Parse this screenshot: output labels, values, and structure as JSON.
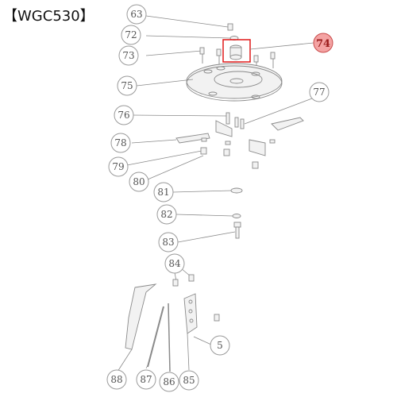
{
  "header": {
    "model": "【WGC530】"
  },
  "colors": {
    "highlight_fill": "#f4a3a3",
    "highlight_box": "#e01818",
    "line": "#8a8a8a"
  },
  "callouts": [
    {
      "id": "c63",
      "label": "63",
      "highlighted": false
    },
    {
      "id": "c72",
      "label": "72",
      "highlighted": false
    },
    {
      "id": "c73",
      "label": "73",
      "highlighted": false
    },
    {
      "id": "c74",
      "label": "74",
      "highlighted": true
    },
    {
      "id": "c75",
      "label": "75",
      "highlighted": false
    },
    {
      "id": "c76",
      "label": "76",
      "highlighted": false
    },
    {
      "id": "c77",
      "label": "77",
      "highlighted": false
    },
    {
      "id": "c78",
      "label": "78",
      "highlighted": false
    },
    {
      "id": "c79",
      "label": "79",
      "highlighted": false
    },
    {
      "id": "c80",
      "label": "80",
      "highlighted": false
    },
    {
      "id": "c81",
      "label": "81",
      "highlighted": false
    },
    {
      "id": "c82",
      "label": "82",
      "highlighted": false
    },
    {
      "id": "c83",
      "label": "83",
      "highlighted": false
    },
    {
      "id": "c84",
      "label": "84",
      "highlighted": false
    },
    {
      "id": "c5",
      "label": "5",
      "highlighted": false
    },
    {
      "id": "c85",
      "label": "85",
      "highlighted": false
    },
    {
      "id": "c86",
      "label": "86",
      "highlighted": false
    },
    {
      "id": "c87",
      "label": "87",
      "highlighted": false
    },
    {
      "id": "c88",
      "label": "88",
      "highlighted": false
    }
  ]
}
